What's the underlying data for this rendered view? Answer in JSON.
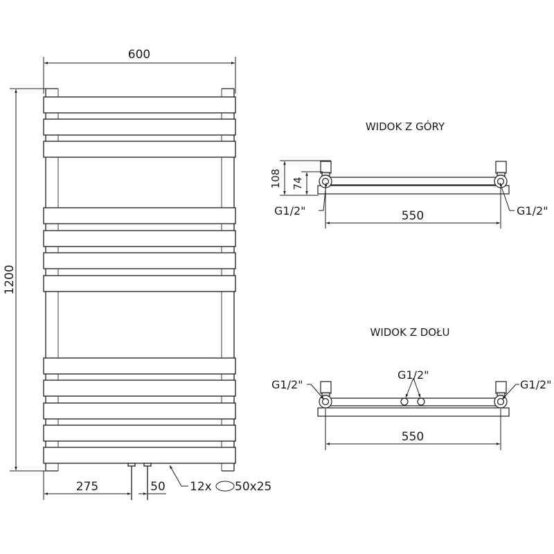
{
  "front_view": {
    "width_label": "600",
    "height_label": "1200",
    "offset_label": "275",
    "spacing_label": "50",
    "tube_count_label": "12x",
    "tube_size_label": "50x25",
    "bars_y": [
      140,
      172,
      204,
      300,
      333,
      365,
      398,
      517,
      549,
      582,
      614,
      646
    ]
  },
  "top_view": {
    "title": "WIDOK Z GÓRY",
    "depth_total_label": "108",
    "depth_axis_label": "74",
    "connector_left_label": "G1/2\"",
    "connector_right_label": "G1/2\"",
    "axis_spacing_label": "550"
  },
  "bottom_view": {
    "title": "WIDOK Z DOŁU",
    "connector_left_label": "G1/2\"",
    "connector_center_label": "G1/2\"",
    "connector_right_label": "G1/2\"",
    "axis_spacing_label": "550"
  },
  "colors": {
    "line": "#1a1a1a",
    "secondary_line": "#666666",
    "background": "#ffffff"
  }
}
